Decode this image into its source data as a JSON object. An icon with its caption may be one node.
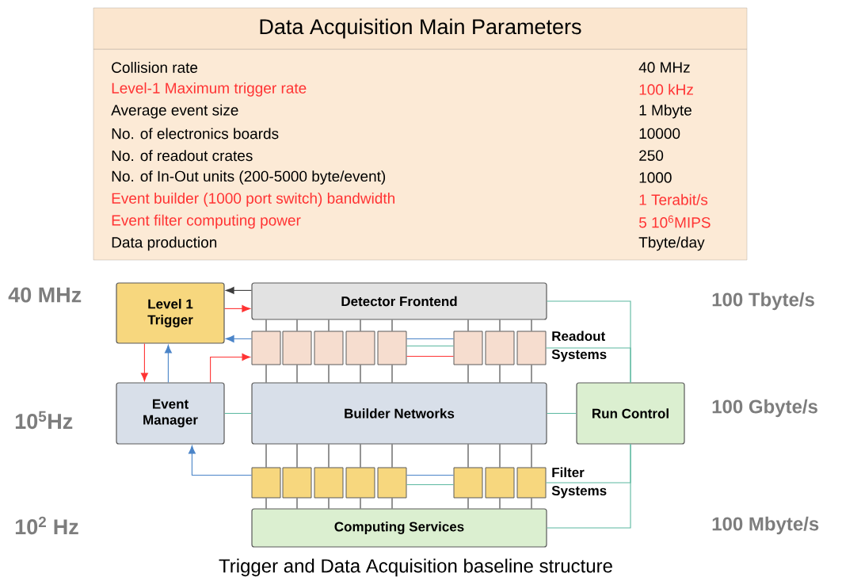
{
  "diagram": {
    "caption": "Trigger and Data Acquisition baseline structure",
    "nodes": [
      {
        "text": [
          "Data Acquisition Main Parameters"
        ]
      },
      {
        "text": [
          "Level 1 Trigger"
        ]
      },
      {
        "text": [
          "Detector Frontend"
        ]
      },
      {
        "text": [],
        "shape": "box"
      },
      {
        "text": [],
        "shape": "box"
      },
      {
        "text": [],
        "shape": "box"
      },
      {
        "text": [],
        "shape": "box"
      },
      {
        "text": [],
        "shape": "box"
      },
      {
        "text": [],
        "shape": "box"
      },
      {
        "text": [],
        "shape": "box"
      },
      {
        "text": [],
        "shape": "box"
      },
      {
        "text": [
          "Event Manager"
        ]
      },
      {
        "text": [
          "Builder Networks"
        ]
      },
      {
        "text": [
          "Run Control"
        ]
      },
      {
        "text": [],
        "shape": "box"
      },
      {
        "text": [],
        "shape": "box"
      },
      {
        "text": [],
        "shape": "box"
      },
      {
        "text": [],
        "shape": "box"
      },
      {
        "text": [],
        "shape": "box"
      },
      {
        "text": [],
        "shape": "box"
      },
      {
        "text": [],
        "shape": "box"
      },
      {
        "text": [],
        "shape": "box"
      },
      {
        "text": [
          "Computing Services"
        ]
      }
    ],
    "edges": [
      {
        "from": 2,
        "to": 1,
        "arrow": "to"
      },
      {
        "from": 1,
        "to": 2,
        "arrow": "to",
        "color": "#ff3333"
      },
      {
        "from": 3,
        "to": 1,
        "arrow": "to",
        "color": "#4a84c8"
      },
      {
        "from": 11,
        "to": 3,
        "arrow": "to",
        "color": "#ff3333"
      },
      {
        "from": 1,
        "to": 11,
        "arrow": "to",
        "color": "#ff3333"
      },
      {
        "from": 11,
        "to": 1,
        "arrow": "to",
        "color": "#4a84c8"
      },
      {
        "from": 14,
        "to": 11,
        "arrow": "to",
        "color": "#4a84c8"
      },
      {
        "from": 11,
        "to": 12,
        "arrow": "none",
        "color": "#5bb8a0"
      },
      {
        "from": 12,
        "to": 13,
        "arrow": "none",
        "color": "#5bb8a0"
      },
      {
        "from": 13,
        "to": 2,
        "arrow": "none",
        "color": "#5bb8a0"
      },
      {
        "from": 13,
        "to": 10,
        "arrow": "none",
        "color": "#5bb8a0"
      },
      {
        "from": 13,
        "to": 21,
        "arrow": "none",
        "color": "#5bb8a0"
      },
      {
        "from": 13,
        "to": 22,
        "arrow": "none",
        "color": "#5bb8a0"
      },
      {
        "from": 2,
        "to": 3,
        "arrow": "none"
      },
      {
        "from": 2,
        "to": 4,
        "arrow": "none"
      },
      {
        "from": 2,
        "to": 5,
        "arrow": "none"
      },
      {
        "from": 2,
        "to": 6,
        "arrow": "none"
      },
      {
        "from": 2,
        "to": 7,
        "arrow": "none"
      },
      {
        "from": 2,
        "to": 8,
        "arrow": "none"
      },
      {
        "from": 2,
        "to": 9,
        "arrow": "none"
      },
      {
        "from": 2,
        "to": 10,
        "arrow": "none"
      },
      {
        "from": 3,
        "to": 12,
        "arrow": "none"
      },
      {
        "from": 4,
        "to": 12,
        "arrow": "none"
      },
      {
        "from": 5,
        "to": 12,
        "arrow": "none"
      },
      {
        "from": 6,
        "to": 12,
        "arrow": "none"
      },
      {
        "from": 7,
        "to": 12,
        "arrow": "none"
      },
      {
        "from": 8,
        "to": 12,
        "arrow": "none"
      },
      {
        "from": 9,
        "to": 12,
        "arrow": "none"
      },
      {
        "from": 10,
        "to": 12,
        "arrow": "none"
      },
      {
        "from": 12,
        "to": 14,
        "arrow": "none"
      },
      {
        "from": 12,
        "to": 15,
        "arrow": "none"
      },
      {
        "from": 12,
        "to": 16,
        "arrow": "none"
      },
      {
        "from": 12,
        "to": 17,
        "arrow": "none"
      },
      {
        "from": 12,
        "to": 18,
        "arrow": "none"
      },
      {
        "from": 12,
        "to": 19,
        "arrow": "none"
      },
      {
        "from": 12,
        "to": 20,
        "arrow": "none"
      },
      {
        "from": 12,
        "to": 21,
        "arrow": "none"
      },
      {
        "from": 14,
        "to": 22,
        "arrow": "none"
      },
      {
        "from": 15,
        "to": 22,
        "arrow": "none"
      },
      {
        "from": 16,
        "to": 22,
        "arrow": "none"
      },
      {
        "from": 17,
        "to": 22,
        "arrow": "none"
      },
      {
        "from": 18,
        "to": 22,
        "arrow": "none"
      },
      {
        "from": 19,
        "to": 22,
        "arrow": "none"
      },
      {
        "from": 20,
        "to": 22,
        "arrow": "none"
      },
      {
        "from": 21,
        "to": 22,
        "arrow": "none"
      },
      {
        "from": 7,
        "to": 8,
        "arrow": "none",
        "color": "#4a84c8"
      },
      {
        "from": 7,
        "to": 8,
        "arrow": "none",
        "color": "#5bb8a0"
      },
      {
        "from": 7,
        "to": 8,
        "arrow": "none",
        "color": "#ff3333"
      },
      {
        "from": 18,
        "to": 19,
        "arrow": "none",
        "color": "#4a84c8"
      },
      {
        "from": 18,
        "to": 19,
        "arrow": "none",
        "color": "#5bb8a0"
      }
    ],
    "labels": [
      "Collision rate",
      "40 MHz",
      "Level-1 Maximum trigger rate",
      "100 kHz",
      "Average event size",
      "1 Mbyte",
      "No. of electronics boards",
      "10000",
      "No. of readout crates",
      "250",
      "No. of In-Out units (200-5000 byte/event)",
      "1000",
      "Event builder (1000 port switch) bandwidth",
      "1 Terabit/s",
      "Event filter computing power",
      "5 10$^{6}$MIPS",
      "Data production",
      "Tbyte/day",
      "40 MHz",
      "100 Tbyte/s",
      "Readout Systems",
      "10$^{5}$Hz",
      "100 Gbyte/s",
      "Filter Systems",
      "10$^{2}$ Hz",
      "100 Mbyte/s"
    ]
  }
}
